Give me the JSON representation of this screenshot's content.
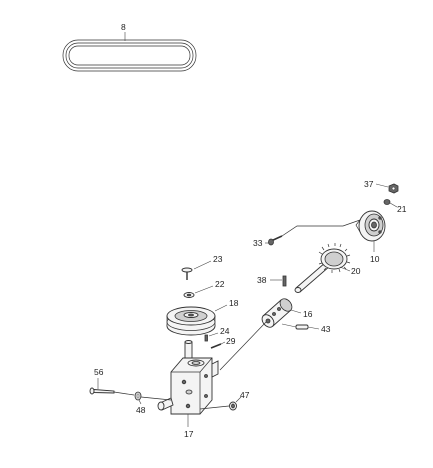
{
  "callouts": {
    "c8": "8",
    "c37": "37",
    "c21": "21",
    "c33": "33",
    "c10": "10",
    "c20": "20",
    "c23": "23",
    "c38": "38",
    "c22": "22",
    "c18": "18",
    "c16": "16",
    "c43": "43",
    "c24": "24",
    "c29": "29",
    "c56": "56",
    "c47": "47",
    "c48": "48",
    "c17": "17"
  }
}
